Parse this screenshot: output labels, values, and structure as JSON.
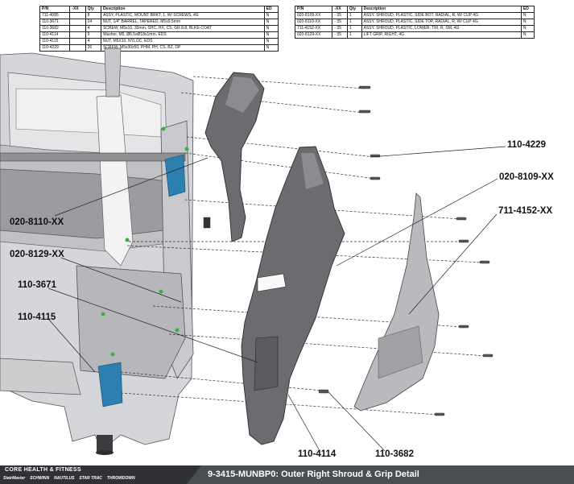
{
  "tables": {
    "left": {
      "headers": [
        "P/N",
        "-XX",
        "Qty",
        "Description",
        "ED"
      ],
      "rows": [
        [
          "711-4085",
          "",
          "8",
          "ASSY, PLASTIC, MOUNT BRKT, 1, W/ SCREWS, 4G",
          "N"
        ],
        [
          "110-3671",
          "",
          "24",
          "NUT, 1/4\" BARREL, TAPERED, M5x9.5mm",
          "N"
        ],
        [
          "110-3682",
          "",
          "4",
          "SCREW, M5x10, 30mm, SHC, HX, CS, GR 8.8, BLKE-COAT",
          "N"
        ],
        [
          "110-4114",
          "",
          "9",
          "Washer, M5, Ø6.5xØ18x1mm, EDS",
          "N"
        ],
        [
          "110-4115",
          "",
          "4",
          "NUT, M5X10, NYLOC, EDS",
          "N"
        ],
        [
          "110-4229",
          "",
          "26",
          "SCREW, M5x30x50, PHM, PH, CS, BZ, DP",
          "N"
        ]
      ]
    },
    "right": {
      "headers": [
        "P/N",
        "-XX",
        "Qty",
        "Description",
        "ED"
      ],
      "rows": [
        [
          "020-8109-XX",
          "- 35",
          "1",
          "ASSY, SHROUD, PLASTIC, SIDE BOT, RADIAL, R, W/ CUP 4G",
          "N"
        ],
        [
          "020-8110-XX",
          "- 35",
          "1",
          "ASSY, SHROUD, PLASTIC, SIDE TOP, RADIAL, R, W/ CUP 4G",
          "N"
        ],
        [
          "711-4152-XX",
          "- 35",
          "1",
          "ASSY, SHROUD, PLASTIC, LOWER, TRI, R, SM, 4G",
          "N"
        ],
        [
          "020-8129-XX",
          "- 35",
          "1",
          "LIFT GRIP, RIGHT, 4G",
          "N"
        ]
      ]
    }
  },
  "callouts": {
    "c_110_4229": "110-4229",
    "c_020_8109": "020-8109-XX",
    "c_711_4152": "711-4152-XX",
    "c_020_8110": "020-8110-XX",
    "c_020_8129": "020-8129-XX",
    "c_110_3671": "110-3671",
    "c_110_4115": "110-4115",
    "c_110_4114": "110-4114",
    "c_110_3682": "110-3682"
  },
  "footer": {
    "company": "CORE HEALTH & FITNESS",
    "brands": [
      "StairMaster",
      "SCHWINN",
      "NAUTILUS",
      "STAR TRAC",
      "THROWDOWN"
    ],
    "title": "9-3415-MUNBP0: Outer Right Shroud & Grip Detail"
  },
  "colors": {
    "frame": "#cfd1d4",
    "shroud_dark": "#6a6c70",
    "shroud_light": "#b8babd",
    "accent_blue": "#2d7fb0",
    "accent_green": "#3fae3f",
    "footer_dark": "#303236",
    "footer_mid": "#4a4d52"
  }
}
